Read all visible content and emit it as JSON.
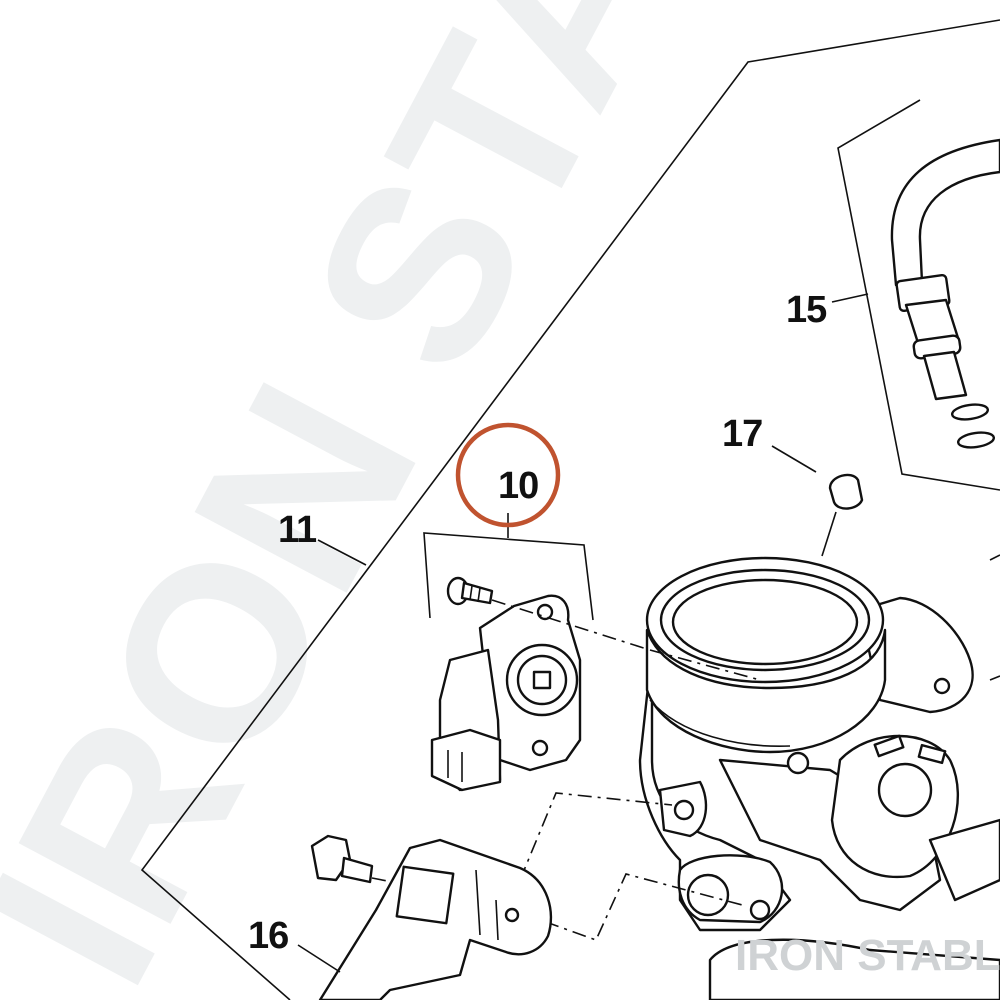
{
  "diagram": {
    "callouts": [
      {
        "id": "11",
        "label": "11"
      },
      {
        "id": "10",
        "label": "10",
        "highlighted": true
      },
      {
        "id": "15",
        "label": "15"
      },
      {
        "id": "17",
        "label": "17"
      },
      {
        "id": "16",
        "label": "16"
      }
    ],
    "watermark": "IRON STABLE",
    "background_watermark": "IRON STABLE",
    "colors": {
      "ink": "#111111",
      "highlight_ring": "#c0532f",
      "watermark": "#cfd2d4",
      "background": "#ffffff"
    }
  }
}
